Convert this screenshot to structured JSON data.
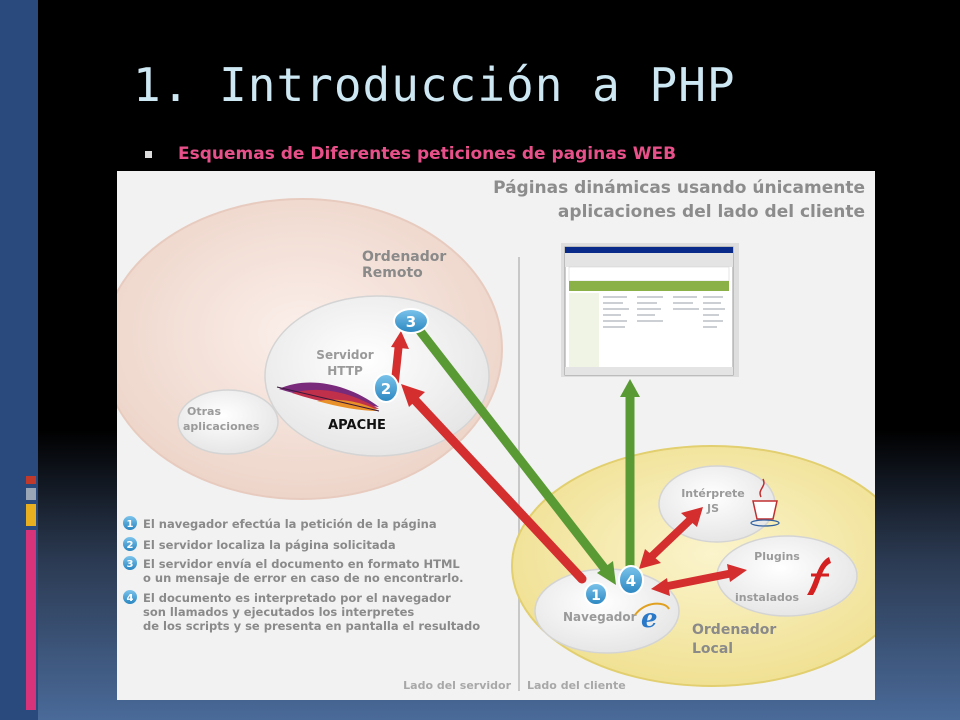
{
  "slide": {
    "title": "1. Introducción a PHP",
    "bullet": "Esquemas de Diferentes peticiones de paginas WEB"
  },
  "diagram": {
    "heading_line1": "Páginas dinámicas usando únicamente",
    "heading_line2": "aplicaciones del lado del cliente",
    "remote": {
      "line1": "Ordenador",
      "line2": "Remoto"
    },
    "server": {
      "line1": "Servidor",
      "line2": "HTTP",
      "logo": "APACHE"
    },
    "other_apps": {
      "line1": "Otras",
      "line2": "aplicaciones"
    },
    "local": {
      "line1": "Ordenador",
      "line2": "Local"
    },
    "js_interpreter": {
      "line1": "Intérprete",
      "line2": "JS"
    },
    "plugins": {
      "line1": "Plugins",
      "line2": "instalados"
    },
    "browser": "Navegador",
    "steps": [
      {
        "number": "1",
        "lines": [
          "El navegador efectúa la petición de la página"
        ]
      },
      {
        "number": "2",
        "lines": [
          "El servidor localiza la página solicitada"
        ]
      },
      {
        "number": "3",
        "lines": [
          "El servidor envía el documento en formato HTML",
          "o un mensaje de error en caso de no encontrarlo."
        ]
      },
      {
        "number": "4",
        "lines": [
          "El documento es interpretado por el navegador",
          "son llamados y ejecutados los interpretes",
          "de los scripts y se presenta en pantalla el resultado"
        ]
      }
    ],
    "footer_left": "Lado del servidor",
    "footer_right": "Lado del cliente",
    "colors": {
      "request_arrow": "#d42e2e",
      "response_arrow": "#5a9a35",
      "remote_ellipse": "#f2dcd3",
      "local_ellipse": "#f5e9a8",
      "badge": "#3a9ad0",
      "title": "#cde7f3",
      "bullet": "#e8508a"
    }
  }
}
